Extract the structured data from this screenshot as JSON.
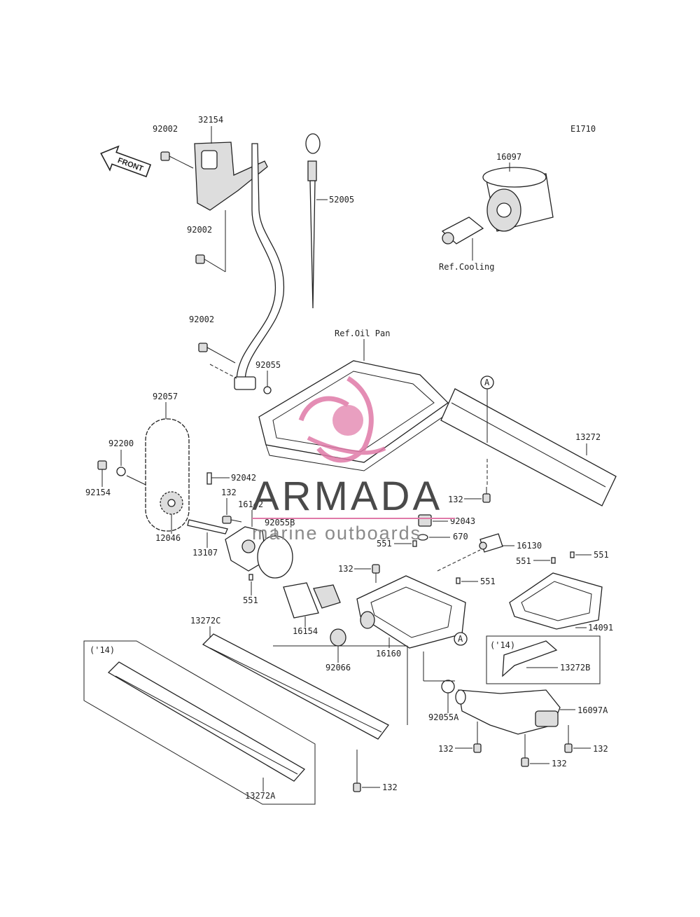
{
  "diagram": {
    "code": "E1710",
    "front_label": "FRONT",
    "parts": {
      "p32154": "32154",
      "p92002_top": "92002",
      "p92002_mid": "92002",
      "p92002_low": "92002",
      "p52005": "52005",
      "p16097": "16097",
      "ref_cooling": "Ref.Cooling",
      "ref_oil_pan": "Ref.Oil Pan",
      "p92055": "92055",
      "p92057": "92057",
      "p92200": "92200",
      "p92154": "92154",
      "p92042": "92042",
      "p132_a": "132",
      "p16142": "16142",
      "p12046": "12046",
      "p13107": "13107",
      "p92055B": "92055B",
      "p551_a": "551",
      "p13272": "13272",
      "p132_b": "132",
      "p92043": "92043",
      "p670": "670",
      "p551_b": "551",
      "p16130": "16130",
      "p132_c": "132",
      "p551_c": "551",
      "p551_d": "551",
      "p551_e": "551",
      "p14091": "14091",
      "p16154": "16154",
      "p16160": "16160",
      "p92066": "92066",
      "p13272C": "13272C",
      "p13272B": "13272B",
      "year_a": "('14)",
      "year_b": "('14)",
      "p92055A": "92055A",
      "p16097A": "16097A",
      "p132_d": "132",
      "p132_e": "132",
      "p132_f": "132",
      "p132_g": "132",
      "p13272A": "13272A",
      "callout_a1": "A",
      "callout_a2": "A"
    }
  },
  "watermark": {
    "title": "ARMADA",
    "subtitle": "marine outboards",
    "accent_color": "#e07aa8"
  }
}
